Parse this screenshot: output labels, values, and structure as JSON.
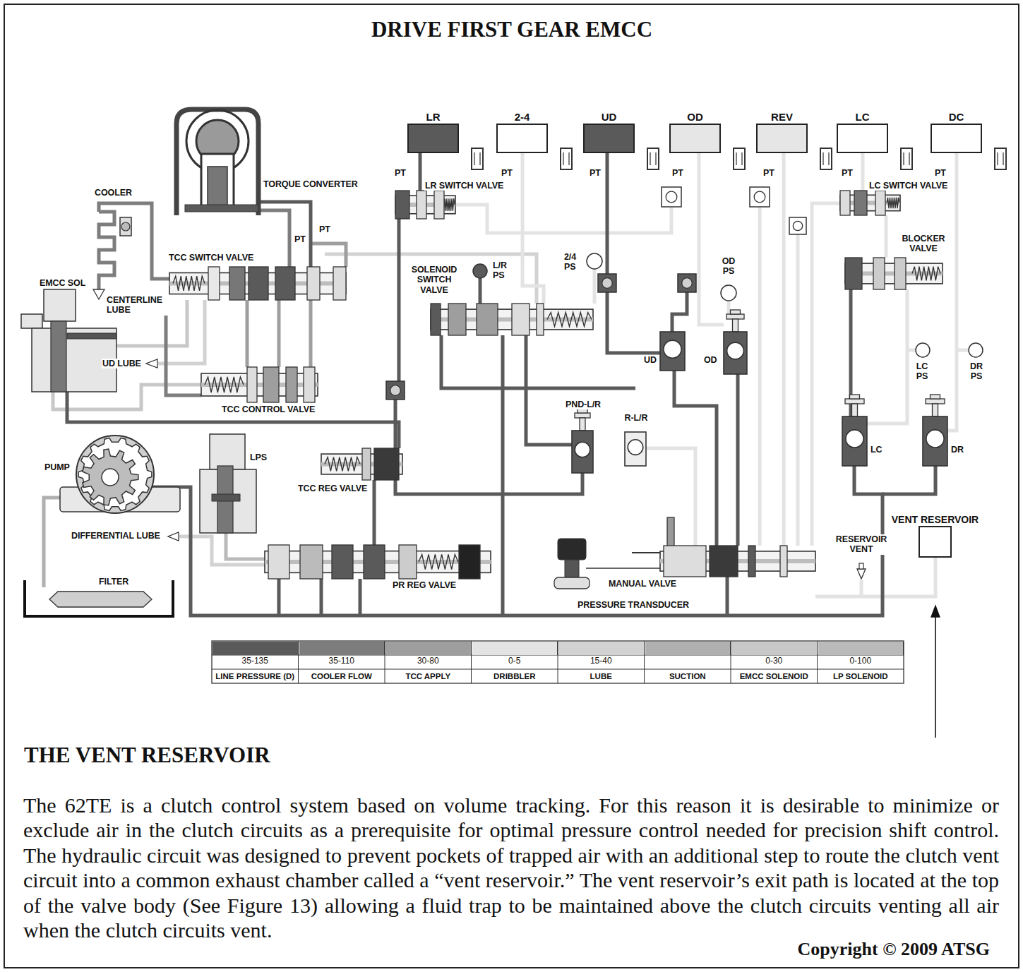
{
  "diagram": {
    "title": "DRIVE FIRST GEAR EMCC",
    "caption": "The 62TE is a clutch control system based on volume tracking. For this reason it is desirable to minimize or exclude air in the clutch circuits as a prerequisite for optimal pressure control needed for precision shift control. The hydraulic circuit was designed to prevent pockets of trapped air with an additional step to route the clutch vent circuit into a common exhaust chamber called a “vent reservoir.” The vent reservoir’s exit path is located at the top of the valve body (See Figure 13) allowing a fluid trap to be maintained above the clutch circuits venting all air when the clutch circuits vent.",
    "nodes": [
      {
        "text": [
          "LR"
        ]
      },
      {
        "text": [
          "2-4"
        ]
      },
      {
        "text": [
          "UD"
        ]
      },
      {
        "text": [
          "OD"
        ]
      },
      {
        "text": [
          "REV"
        ]
      },
      {
        "text": [
          "LC"
        ]
      },
      {
        "text": [
          "DC"
        ]
      },
      {
        "text": [
          "VENT RESERVOIR"
        ]
      }
    ],
    "labels": [
      "TORQUE CONVERTER",
      "COOLER",
      "TCC SWITCH VALVE",
      "EMCC SOL",
      "CENTERLINE LUBE",
      "UD LUBE",
      "TCC CONTROL VALVE",
      "PUMP",
      "LPS",
      "TCC REG VALVE",
      "DIFFERENTIAL LUBE",
      "FILTER",
      "PR REG VALVE",
      "MANUAL VALVE",
      "PRESSURE TRANSDUCER",
      "RESERVOIR VENT",
      "SOLENOID SWITCH VALVE",
      "L/R PS",
      "2/4 PS",
      "OD PS",
      "UD",
      "OD",
      "PND-L/R",
      "R-L/R",
      "LR SWITCH VALVE",
      "LC SWITCH VALVE",
      "BLOCKER VALVE",
      "LC PS",
      "DR PS",
      "LC",
      "DR",
      "PT",
      "PT",
      "PT",
      "PT",
      "PT",
      "PT",
      "PT",
      "PT",
      "PT",
      "35-135",
      "35-110",
      "30-80",
      "0-5",
      "15-40",
      "0-30",
      "0-100",
      "THE VENT RESERVOIR",
      "Copyright © 2009 ATSG"
    ],
    "legend": [
      {
        "text": "LINE PRESSURE (D)",
        "color": "#5a5a5a"
      },
      {
        "text": "COOLER FLOW",
        "color": "#7d7d7d"
      },
      {
        "text": "TCC APPLY",
        "color": "#9e9e9e"
      },
      {
        "text": "DRIBBLER",
        "color": "#e3e3e3"
      },
      {
        "text": "LUBE",
        "color": "#d2d2d2"
      },
      {
        "text": "SUCTION",
        "color": "#b0b0b0"
      },
      {
        "text": "EMCC SOLENOID",
        "color": "#c8c8c8"
      },
      {
        "text": "LP SOLENOID",
        "color": "#bababa"
      }
    ]
  }
}
